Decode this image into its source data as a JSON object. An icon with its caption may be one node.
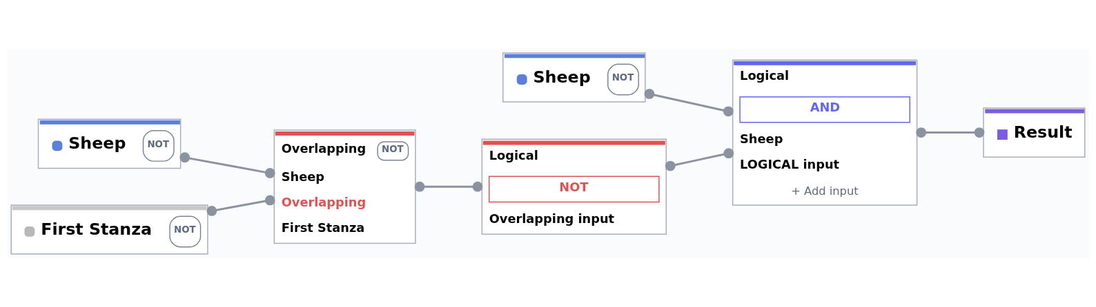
{
  "diagram": {
    "nodes": [
      {
        "text": [
          "Sheep",
          "NOT"
        ]
      },
      {
        "text": [
          "Logical",
          "AND",
          "Sheep",
          "LOGICAL input",
          "+ Add input"
        ]
      },
      {
        "text": [
          "Sheep",
          "NOT"
        ]
      },
      {
        "text": [
          "First Stanza",
          "NOT"
        ]
      },
      {
        "text": [
          "Overlapping",
          "NOT",
          "Sheep",
          "Overlapping",
          "First Stanza"
        ]
      },
      {
        "text": [
          "Logical",
          "NOT",
          "Overlapping input"
        ]
      },
      {
        "text": [
          "Result"
        ]
      }
    ],
    "edges": [
      {
        "from": 0,
        "to": 1,
        "arrow": "other"
      },
      {
        "from": 2,
        "to": 4,
        "arrow": "other"
      },
      {
        "from": 3,
        "to": 4,
        "arrow": "other"
      },
      {
        "from": 4,
        "to": 5,
        "arrow": "other"
      },
      {
        "from": 5,
        "to": 1,
        "arrow": "other"
      },
      {
        "from": 1,
        "to": 6,
        "arrow": "other"
      }
    ]
  }
}
